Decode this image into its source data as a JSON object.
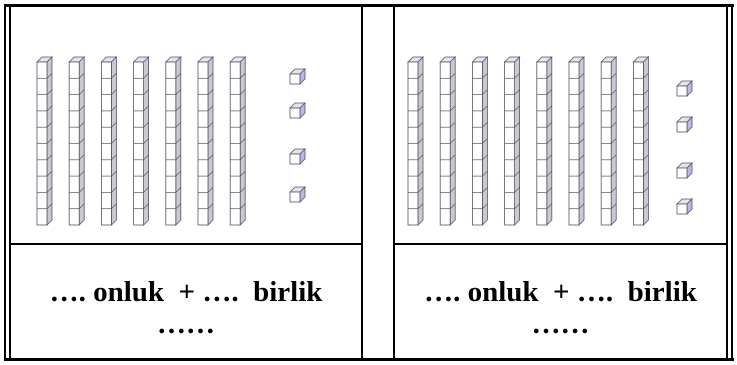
{
  "worksheet": {
    "panels": [
      {
        "id": "left",
        "ten_rods": 7,
        "unit_cubes": 4,
        "equation_text": "…. onluk  + ….  birlik",
        "answer_blank": "……"
      },
      {
        "id": "right",
        "ten_rods": 8,
        "unit_cubes": 4,
        "equation_text": "…. onluk  + ….  birlik",
        "answer_blank": "……"
      }
    ]
  },
  "colors": {
    "border": "#000000",
    "block_front": "#ffffff",
    "block_side": "#c9c9d6",
    "block_top": "#e4e4ee",
    "block_stroke": "#555566",
    "cube_side": "#b9b9e6"
  }
}
